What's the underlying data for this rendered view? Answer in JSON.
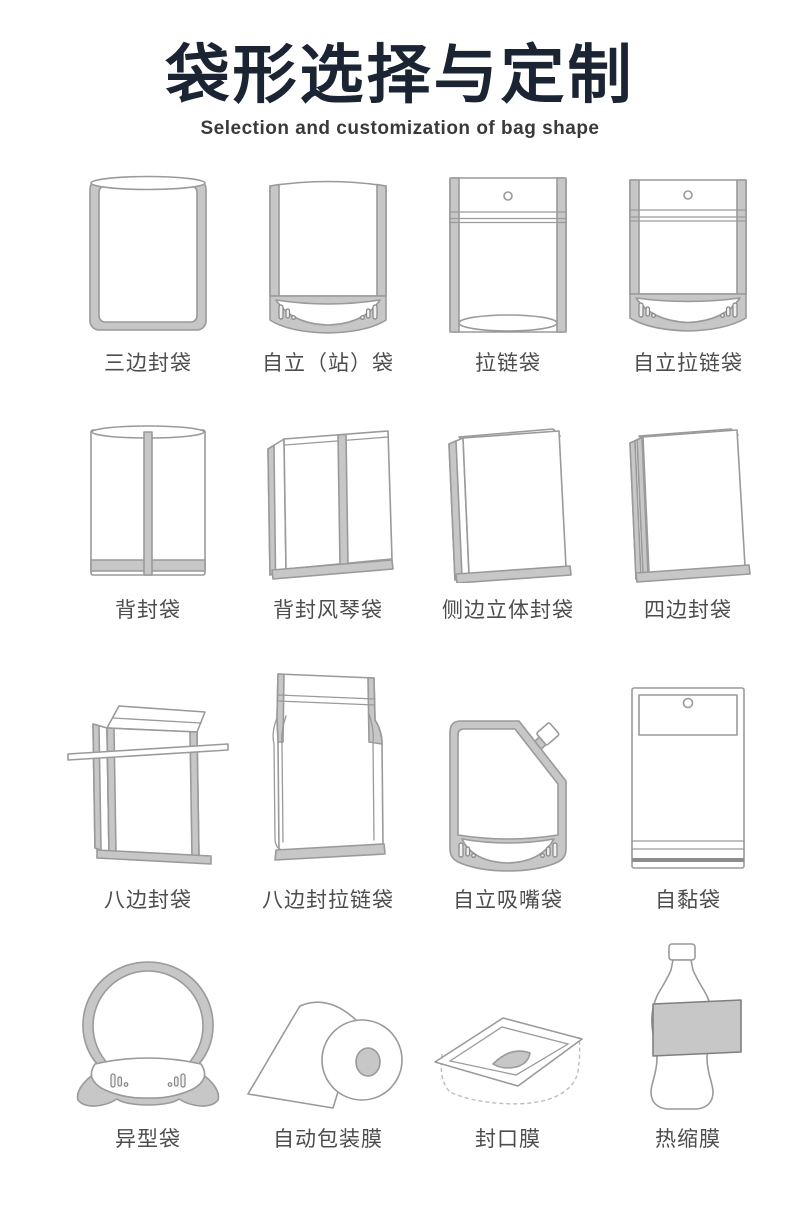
{
  "header": {
    "title": "袋形选择与定制",
    "subtitle": "Selection and customization of bag shape"
  },
  "colors": {
    "title_text": "#1b2433",
    "label_text": "#4d4d4d",
    "line": "#9a9a9a",
    "fill_gray": "#c7c7c7",
    "background": "#ffffff"
  },
  "grid": {
    "items": [
      {
        "id": "three-side-seal-bag",
        "label": "三边封袋"
      },
      {
        "id": "stand-up-bag",
        "label": "自立（站）袋"
      },
      {
        "id": "zipper-bag",
        "label": "拉链袋"
      },
      {
        "id": "stand-up-zipper-bag",
        "label": "自立拉链袋"
      },
      {
        "id": "back-seal-bag",
        "label": "背封袋"
      },
      {
        "id": "back-seal-organ-bag",
        "label": "背封风琴袋"
      },
      {
        "id": "side-gusset-3d-bag",
        "label": "侧边立体封袋"
      },
      {
        "id": "four-side-seal-bag",
        "label": "四边封袋"
      },
      {
        "id": "eight-side-seal-bag",
        "label": "八边封袋"
      },
      {
        "id": "eight-side-seal-zipper-bag",
        "label": "八边封拉链袋"
      },
      {
        "id": "stand-up-spout-bag",
        "label": "自立吸嘴袋"
      },
      {
        "id": "self-adhesive-bag",
        "label": "自黏袋"
      },
      {
        "id": "shaped-bag",
        "label": "异型袋"
      },
      {
        "id": "auto-packaging-film",
        "label": "自动包装膜"
      },
      {
        "id": "sealing-film",
        "label": "封口膜"
      },
      {
        "id": "heat-shrink-film",
        "label": "热缩膜"
      }
    ]
  }
}
